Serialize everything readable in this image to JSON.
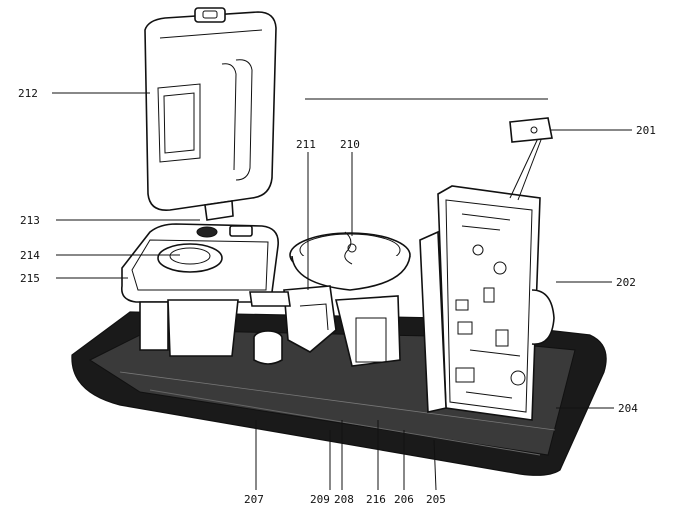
{
  "callouts": {
    "c201": "201",
    "c202": "202",
    "c204": "204",
    "c205": "205",
    "c206": "206",
    "c207": "207",
    "c208": "208",
    "c209": "209",
    "c210": "210",
    "c211": "211",
    "c212": "212",
    "c213": "213",
    "c214": "214",
    "c215": "215",
    "c216": "216"
  }
}
